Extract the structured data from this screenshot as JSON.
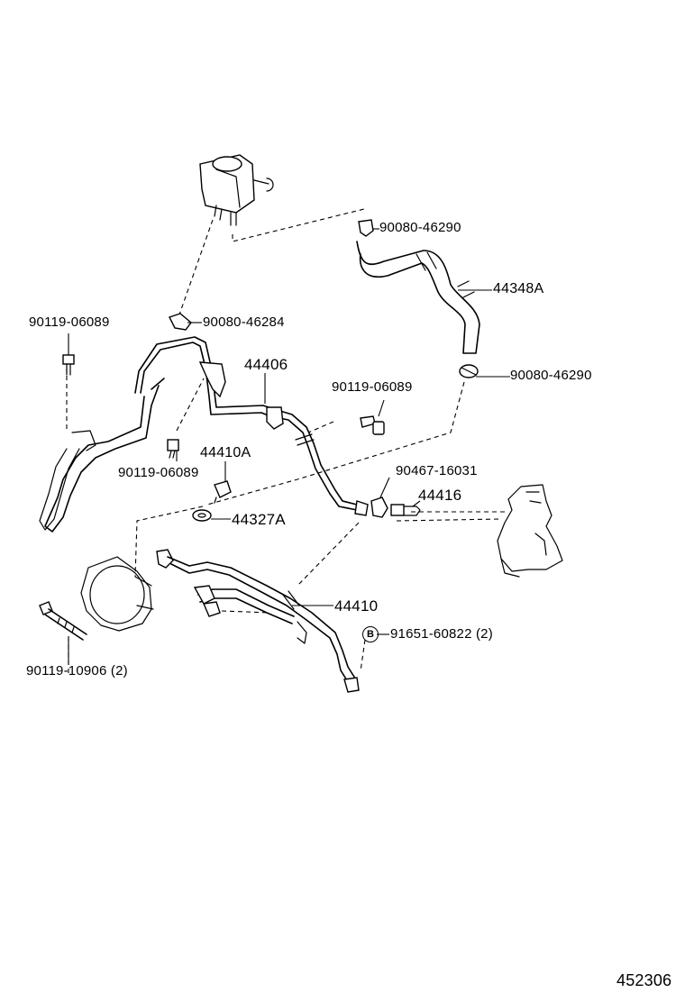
{
  "labels": {
    "clip_top": "90080-46290",
    "hose_44348A": "44348A",
    "clip_right": "90080-46290",
    "bolt_left": "90119-06089",
    "clamp_46284": "90080-46284",
    "tube_44406": "44406",
    "bolt_center": "90119-06089",
    "union_44410A": "44410A",
    "bolt_lower": "90119-06089",
    "clip_16031": "90467-16031",
    "bolt_44416": "44416",
    "gasket_44327A": "44327A",
    "hose_44410": "44410",
    "bolt_10906": "90119-10906 (2)",
    "bolt_60822": "91651-60822 (2)",
    "b_marker": "B",
    "figure_number": "452306"
  }
}
